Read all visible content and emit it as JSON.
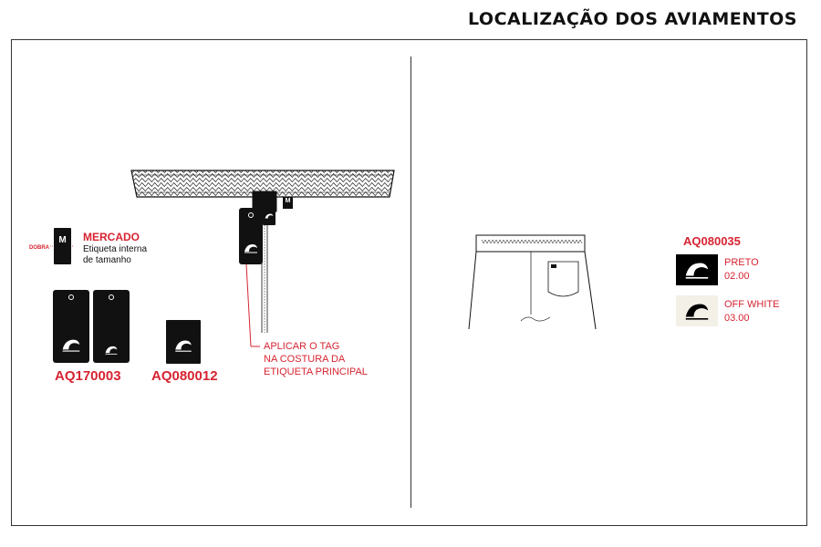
{
  "page": {
    "title": "LOCALIZAÇÃO DOS AVIAMENTOS"
  },
  "left": {
    "size_label": {
      "fold_text": "DOBRA",
      "size_letter": "M",
      "heading": "MERCADO",
      "desc_line1": "Etiqueta interna",
      "desc_line2": "de tamanho"
    },
    "hangtag_code": "AQ170003",
    "small_tag_code": "AQ080012",
    "waistband_size_letter": "M",
    "instruction": {
      "line1": "APLICAR O TAG",
      "line2": "NA COSTURA DA",
      "line3": "ETIQUETA PRINCIPAL"
    }
  },
  "right": {
    "patch_code": "AQ080035",
    "variants": [
      {
        "name": "PRETO",
        "number": "02.00",
        "swatch_color": "#000000",
        "logo_color": "#ffffff"
      },
      {
        "name": "OFF WHITE",
        "number": "03.00",
        "swatch_color": "#f3f0e8",
        "logo_color": "#000000"
      }
    ]
  },
  "colors": {
    "accent": "#d62431",
    "ink": "#111111"
  }
}
